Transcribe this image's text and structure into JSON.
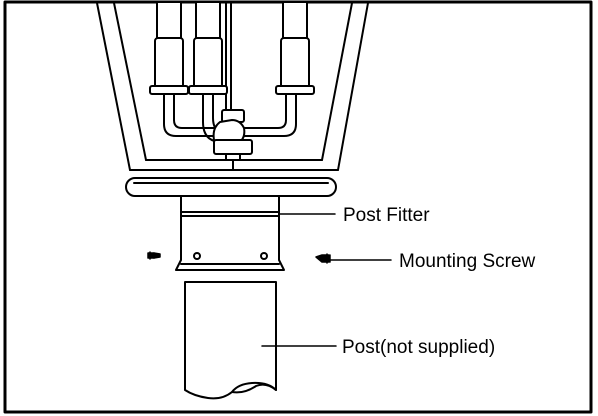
{
  "labels": {
    "post_fitter": "Post Fitter",
    "mounting_screw": "Mounting Screw",
    "post": "Post(not supplied)"
  }
}
